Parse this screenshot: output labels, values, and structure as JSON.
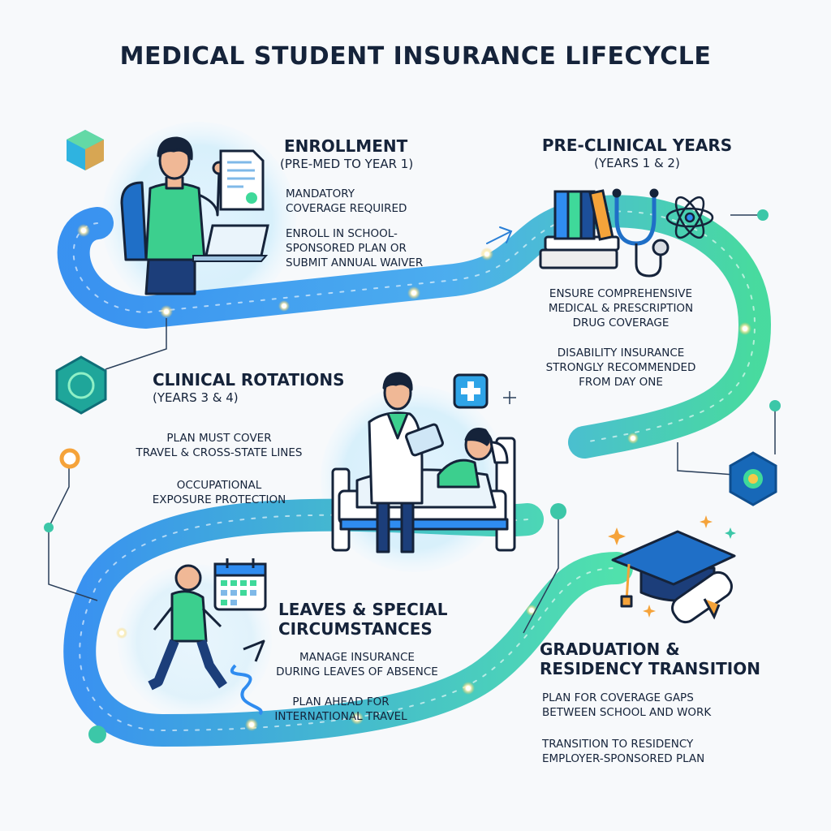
{
  "title": "MEDICAL STUDENT INSURANCE LIFECYCLE",
  "stages": {
    "enrollment": {
      "heading": "ENROLLMENT",
      "subheading": "(PRE-MED TO YEAR 1)",
      "points": [
        "MANDATORY",
        "COVERAGE REQUIRED",
        "ENROLL IN SCHOOL-",
        "SPONSORED PLAN OR",
        "SUBMIT ANNUAL WAIVER"
      ]
    },
    "preclinical": {
      "heading": "PRE-CLINICAL YEARS",
      "subheading": "(YEARS 1 & 2)",
      "points": [
        "ENSURE COMPREHENSIVE",
        "MEDICAL & PRESCRIPTION",
        "DRUG COVERAGE",
        "DISABILITY INSURANCE",
        "STRONGLY RECOMMENDED",
        "FROM DAY ONE"
      ]
    },
    "clinical": {
      "heading": "CLINICAL ROTATIONS",
      "subheading": "(YEARS 3 & 4)",
      "points": [
        "PLAN MUST COVER",
        "TRAVEL & CROSS-STATE LINES",
        "OCCUPATIONAL",
        "EXPOSURE PROTECTION"
      ]
    },
    "leaves": {
      "heading_line1": "LEAVES & SPECIAL",
      "heading_line2": "CIRCUMSTANCES",
      "points": [
        "MANAGE INSURANCE",
        "DURING LEAVES OF ABSENCE",
        "PLAN AHEAD FOR",
        "INTERNATIONAL TRAVEL"
      ]
    },
    "graduation": {
      "heading_line1": "GRADUATION &",
      "heading_line2": "RESIDENCY TRANSITION",
      "points": [
        "PLAN FOR COVERAGE GAPS",
        "BETWEEN SCHOOL AND WORK",
        "TRANSITION TO RESIDENCY",
        "EMPLOYER-SPONSORED PLAN"
      ]
    }
  },
  "colors": {
    "path_blue": "#2f8cf0",
    "path_green": "#3fd99a",
    "navy": "#15233a",
    "accent_orange": "#f5a33a"
  },
  "icons": [
    "student-icon",
    "document-icon",
    "laptop-icon",
    "books-icon",
    "stethoscope-icon",
    "atom-icon",
    "doctor-icon",
    "patient-bed-icon",
    "medical-cross-icon",
    "walking-person-icon",
    "calendar-icon",
    "graduation-cap-icon",
    "diploma-icon",
    "hexagon-icon",
    "cube-icon"
  ]
}
